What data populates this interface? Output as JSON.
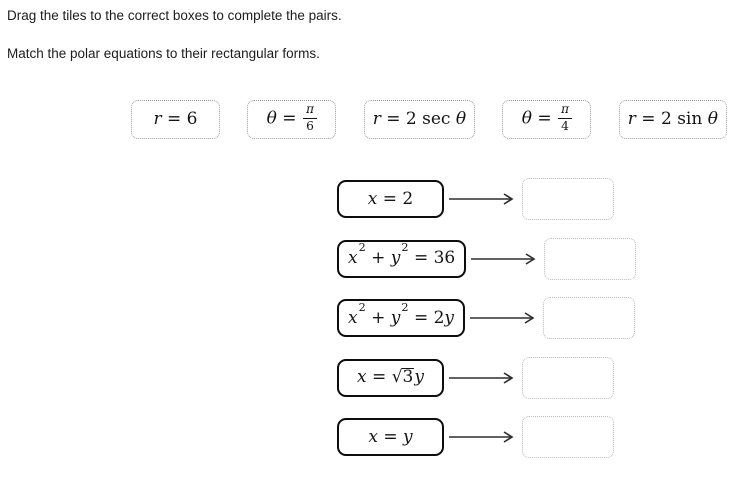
{
  "instructions": {
    "line1": "Drag the tiles to the correct boxes to complete the pairs.",
    "line2": "Match the polar equations to their rectangular forms."
  },
  "tiles": [
    "r = 6",
    "θ = frac(π,6)",
    "r = 2 sec θ",
    "θ = frac(π,4)",
    "r = 2 sin θ"
  ],
  "pairs": [
    "x = 2",
    "x^2 + y^2 = 36",
    "x^2 + y^2 = 2y",
    "x = sqrt(3)y",
    "x = y"
  ],
  "drop_target_value": "",
  "colors": {
    "text": "#1c1c1c",
    "math": "#151515",
    "tile_border": "#9d9d9d",
    "box_border": "#0d0d0d",
    "drop_border": "#b9b9b9",
    "arrow": "#2e2e2e"
  }
}
